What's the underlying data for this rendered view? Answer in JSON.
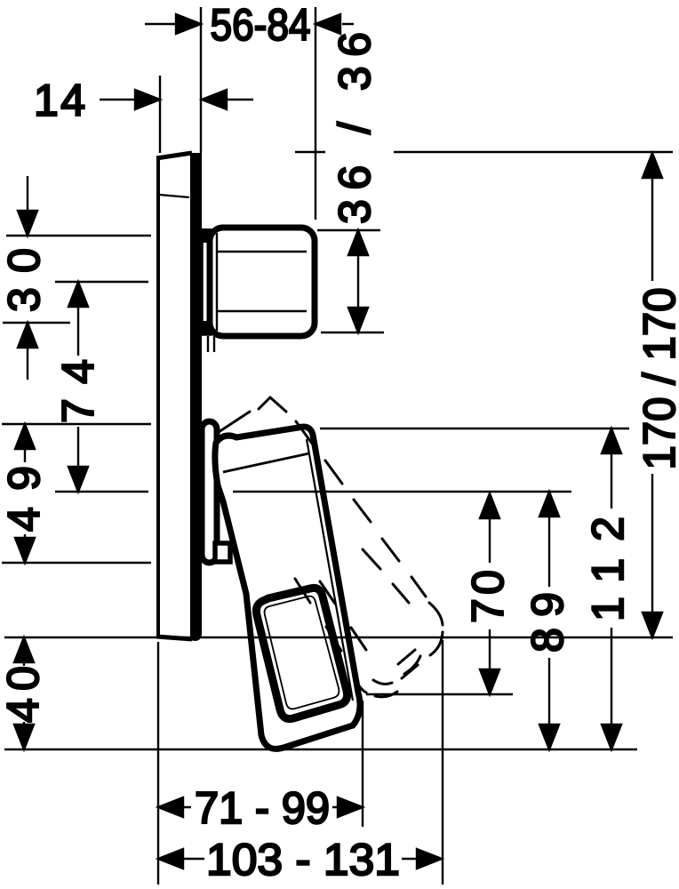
{
  "drawing": {
    "type": "installation-dimension-diagram",
    "subject": "concealed-mixer-side-view",
    "colors": {
      "line": "#000000",
      "background": "#ffffff"
    },
    "dims": {
      "depth_range": "56-84",
      "plate_thickness": "14",
      "knob_size": "36 / 36",
      "d30": "30",
      "d74": "74",
      "d49": "49",
      "d40": "40",
      "plate_size": "170 / 170",
      "d112": "112",
      "d89": "89",
      "d70": "70",
      "projection_closed": "71 - 99",
      "projection_open": "103 - 131"
    }
  }
}
